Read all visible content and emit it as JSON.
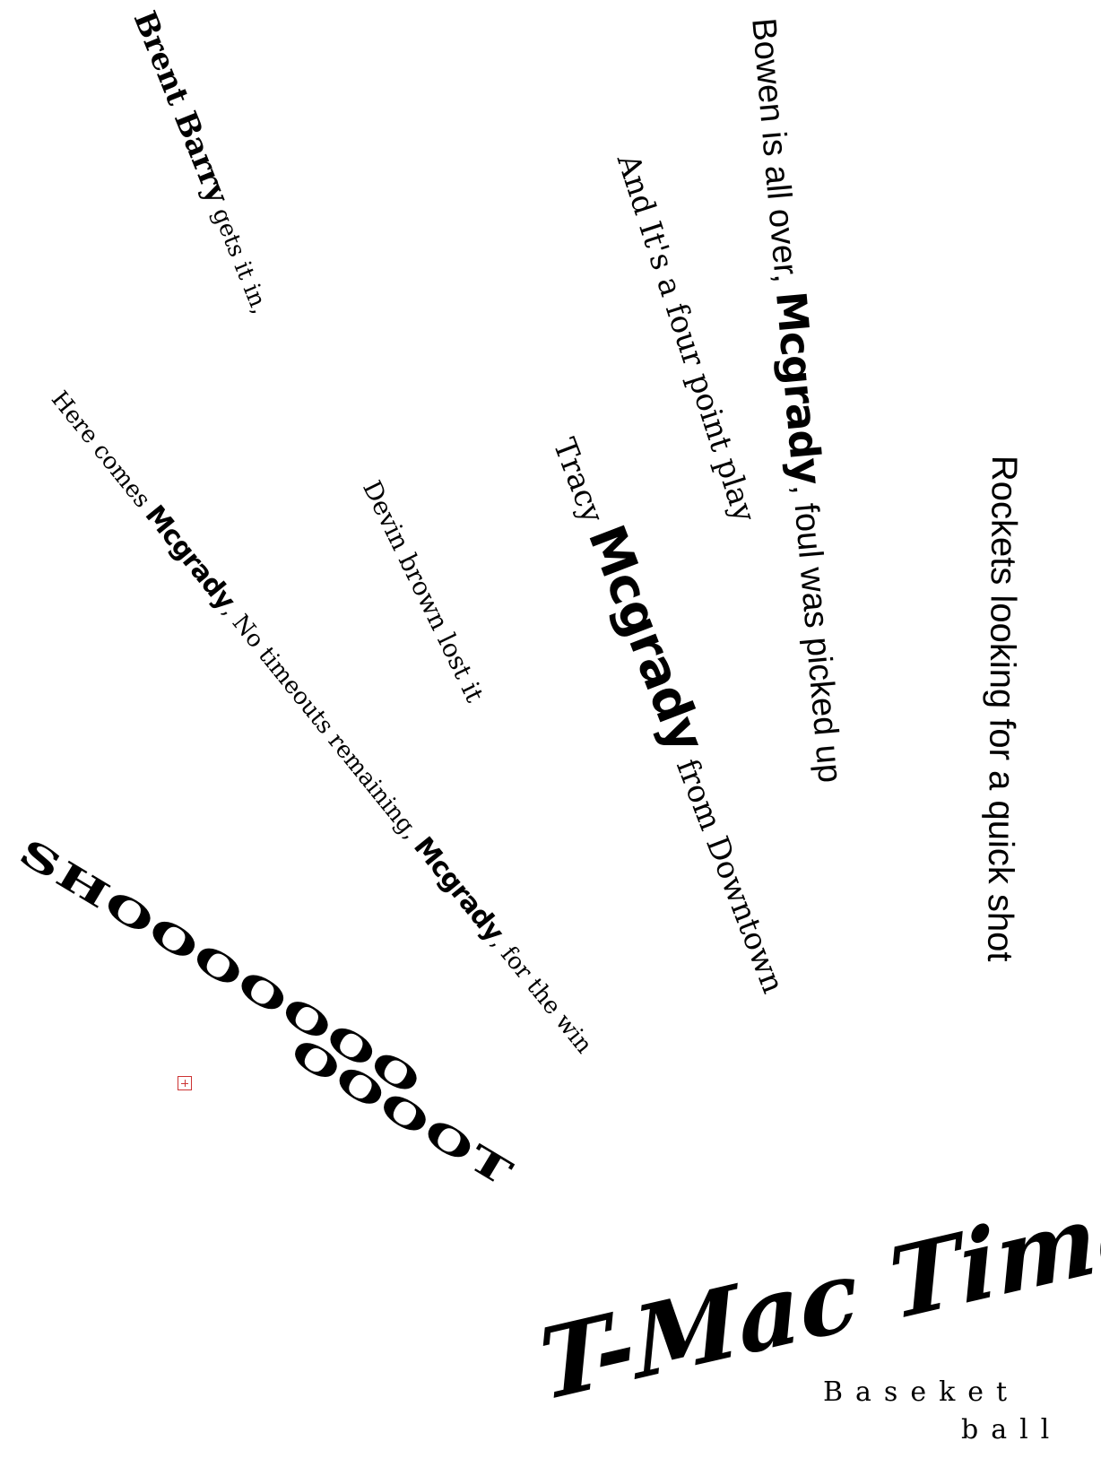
{
  "lines": {
    "barry": {
      "name": "Brent Barry",
      "rest": " gets it in,"
    },
    "bowen": {
      "pre": "Bowen is all over, ",
      "mc": "Mcgrady",
      "post": ", foul was picked up"
    },
    "andits": {
      "text": "And It's a four point play"
    },
    "rockets": {
      "text": "Rockets looking for a quick shot"
    },
    "here": {
      "pre": "Here comes ",
      "mc1": "Mcgrady",
      "mid": ", No timeouts remaining, ",
      "mc2": "Mcgrady",
      "post": ", for the win"
    },
    "devin": {
      "text": "Devin brown lost it"
    },
    "tracy": {
      "pre": "Tracy ",
      "mc": "Mcgrady",
      "post": " from Downtown"
    },
    "shoot": {
      "line1": "SHOOOOOOO",
      "line2": "OOOOT"
    }
  },
  "title": {
    "main": "T-Mac Time",
    "sub1": "Baseket",
    "sub2": "ball"
  },
  "marker": {
    "icon": "expand-plus-icon"
  }
}
